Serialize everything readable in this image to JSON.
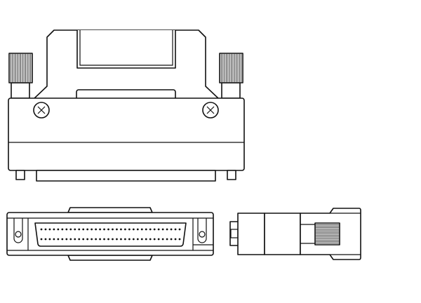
{
  "colors": {
    "line": "#111111",
    "background": "#ffffff",
    "knurl": "#333333"
  },
  "connector": {
    "pin_rows": 2,
    "pins_per_row": 34
  },
  "views": [
    "front-view",
    "bottom-view",
    "side-view"
  ]
}
